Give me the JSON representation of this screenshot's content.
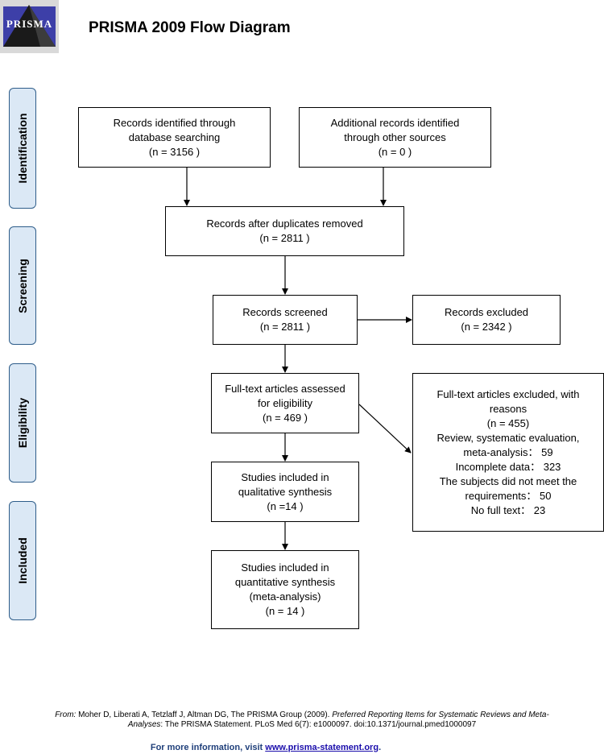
{
  "header": {
    "logo_text": "PRISMA",
    "title": "PRISMA 2009 Flow Diagram"
  },
  "phases": {
    "identification": "Identification",
    "screening": "Screening",
    "eligibility": "Eligibility",
    "included": "Included"
  },
  "boxes": {
    "database": [
      "Records identified through",
      "database searching",
      "(n =  3156 )"
    ],
    "other_sources": [
      "Additional records identified",
      "through other sources",
      "(n = 0  )"
    ],
    "after_duplicates": [
      "Records after duplicates removed",
      "(n = 2811  )"
    ],
    "screened": [
      "Records screened",
      "(n =  2811 )"
    ],
    "excluded": [
      "Records excluded",
      "(n = 2342  )"
    ],
    "fulltext_assessed": [
      "Full-text articles assessed",
      "for eligibility",
      "(n = 469  )"
    ],
    "fulltext_excluded": [
      "Full-text articles excluded, with",
      "reasons",
      "(n =  455)",
      "Review, systematic evaluation,",
      "meta-analysis： 59",
      "Incomplete data： 323",
      "The subjects did not meet the",
      "requirements： 50",
      "No full text： 23"
    ],
    "qualitative": [
      "Studies included in",
      "qualitative synthesis",
      "(n =14   )"
    ],
    "quantitative": [
      "Studies included in",
      "quantitative synthesis",
      "(meta-analysis)",
      "(n = 14  )"
    ]
  },
  "footer": {
    "from_label": "From:",
    "line1_a": " Moher D, Liberati A, Tetzlaff J, Altman DG, The PRISMA Group (2009). ",
    "line1_b": "Preferred Reporting Items for Systematic Reviews and Meta-",
    "line2_a": "Analyses",
    "line2_b": ": The PRISMA Statement. PLoS Med 6(7): e1000097. doi:10.1371/journal.pmed1000097",
    "more_label": "For more information, visit ",
    "more_link": "www.prisma-statement.org",
    "more_end": "."
  }
}
